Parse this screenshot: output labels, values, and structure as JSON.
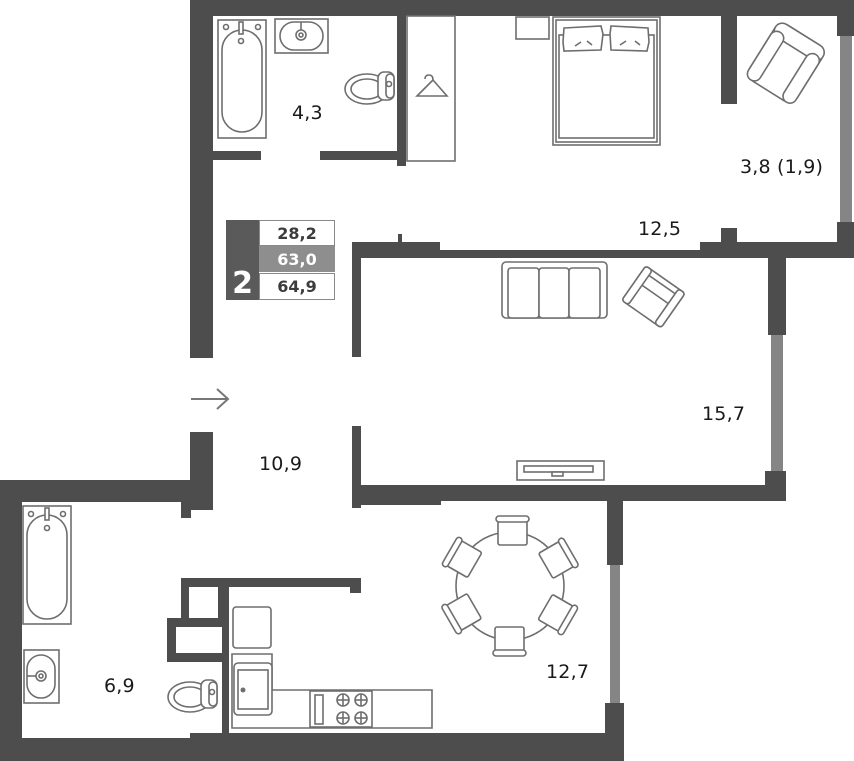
{
  "plan": {
    "title": "2-room apartment floor plan",
    "colors": {
      "wall": "#4d4d4d",
      "window": "#858585",
      "furniture_stroke": "#6e6e6e",
      "background": "#ffffff"
    },
    "summary_badge": {
      "rooms": "2",
      "living_area": "28,2",
      "total_area": "63,0",
      "total_area_with_balcony": "64,9"
    },
    "entrance_icon": "arrow-right-icon",
    "rooms": [
      {
        "id": "bathroom-upper",
        "area": "4,3"
      },
      {
        "id": "bedroom",
        "area": "12,5"
      },
      {
        "id": "balcony",
        "area": "3,8 (1,9)"
      },
      {
        "id": "living-room",
        "area": "15,7"
      },
      {
        "id": "hallway",
        "area": "10,9"
      },
      {
        "id": "bathroom-lower",
        "area": "6,9"
      },
      {
        "id": "kitchen-dining",
        "area": "12,7"
      }
    ]
  }
}
